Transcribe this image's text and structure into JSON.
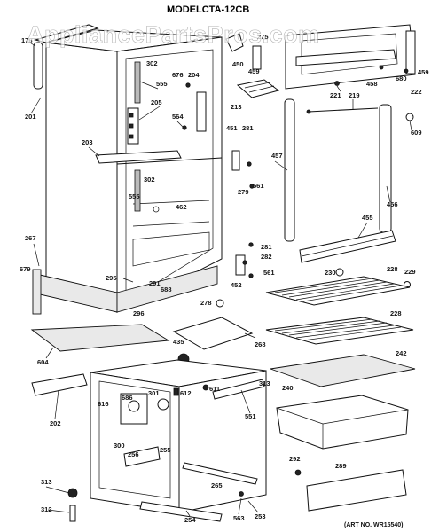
{
  "title": "MODELCTA-12CB",
  "watermark": "AppliancePartsPros.com",
  "art_no": "(ART NO. WR15540)",
  "callouts": {
    "c176": "176",
    "c201": "201",
    "c302a": "302",
    "c555a": "555",
    "c676": "676",
    "c204": "204",
    "c205": "205",
    "c564": "564",
    "c203": "203",
    "c451": "451",
    "c281a": "281",
    "c279": "279",
    "c561a": "561",
    "c302b": "302",
    "c555b": "555",
    "c462": "462",
    "c267": "267",
    "c679": "679",
    "c295": "295",
    "c291": "291",
    "c688": "688",
    "c296": "296",
    "c281b": "281",
    "c282": "282",
    "c452": "452",
    "c561b": "561",
    "c278": "278",
    "c450": "450",
    "c459a": "459",
    "c275": "275",
    "c213": "213",
    "c221": "221",
    "c219": "219",
    "c458": "458",
    "c680": "680",
    "c222": "222",
    "c459b": "459",
    "c609": "609",
    "c457": "457",
    "c456": "456",
    "c455": "455",
    "c230": "230",
    "c228a": "228",
    "c229": "229",
    "c228b": "228",
    "c268": "268",
    "c435": "435",
    "c604": "604",
    "c202": "202",
    "c242": "242",
    "c240": "240",
    "c313a": "313",
    "c551": "551",
    "c616": "616",
    "c686": "686",
    "c301": "301",
    "c612": "612",
    "c611": "611",
    "c300": "300",
    "c256": "256",
    "c255": "255",
    "c265": "265",
    "c292": "292",
    "c289": "289",
    "c313b": "313",
    "c312": "312",
    "c254": "254",
    "c563": "563",
    "c253": "253"
  }
}
